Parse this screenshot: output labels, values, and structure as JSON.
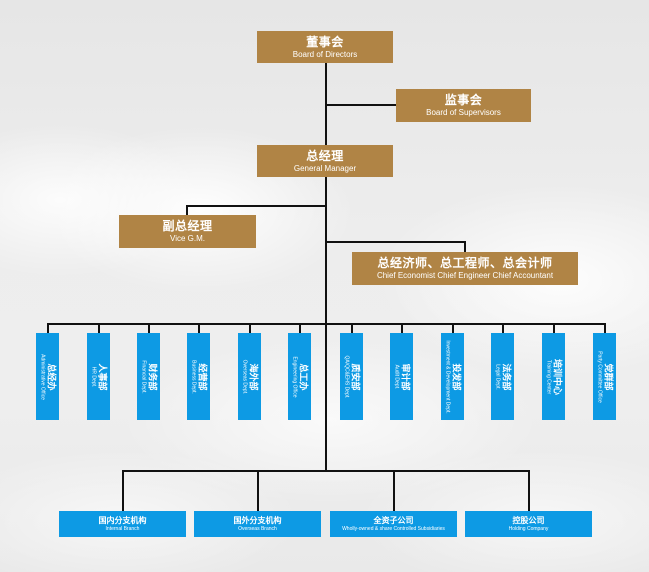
{
  "colors": {
    "gold_box": "#b08445",
    "blue_box": "#0d9ae4",
    "connector": "#111111",
    "text": "#ffffff"
  },
  "top": {
    "board_of_directors": {
      "cn": "董事会",
      "en": "Board of Directors"
    },
    "board_of_supervisors": {
      "cn": "监事会",
      "en": "Board of Supervisors"
    },
    "general_manager": {
      "cn": "总经理",
      "en": "General Manager"
    },
    "vice_gm": {
      "cn": "副总经理",
      "en": "Vice G.M."
    },
    "chiefs": {
      "cn": "总经济师、总工程师、总会计师",
      "en": "Chief Economist Chief Engineer  Chief Accountant"
    }
  },
  "departments": [
    {
      "cn": "总经办",
      "en": "Administrative Office"
    },
    {
      "cn": "人事部",
      "en": "HR Dept."
    },
    {
      "cn": "财务部",
      "en": "Financial Dept."
    },
    {
      "cn": "经营部",
      "en": "Business Dept."
    },
    {
      "cn": "海外部",
      "en": "Overseas Dept."
    },
    {
      "cn": "总工办",
      "en": "Engineering Office"
    },
    {
      "cn": "质安部",
      "en": "QA/QC&EHS Dept."
    },
    {
      "cn": "审计部",
      "en": "Audit Dept."
    },
    {
      "cn": "投发部",
      "en": "Investment & Development Dept."
    },
    {
      "cn": "法务部",
      "en": "Legal Dept."
    },
    {
      "cn": "培训中心",
      "en": "Training Center"
    },
    {
      "cn": "党群部",
      "en": "Party Committee Office"
    }
  ],
  "branches": [
    {
      "cn": "国内分支机构",
      "en": "Internal Branch"
    },
    {
      "cn": "国外分支机构",
      "en": "Overseas Branch"
    },
    {
      "cn": "全资子公司",
      "en": "Wholly-owned & share Controlled Subsidiaries"
    },
    {
      "cn": "控股公司",
      "en": "Holding Company"
    }
  ]
}
